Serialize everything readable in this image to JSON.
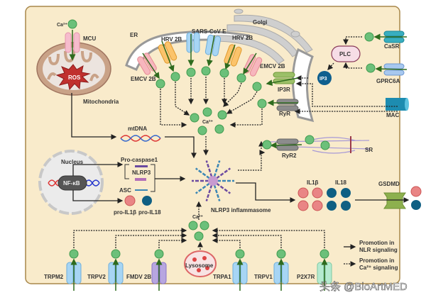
{
  "labels": {
    "ca_top": "Ca²⁺",
    "mcu": "MCU",
    "ros": "ROS",
    "mitochondria": "Mitochondria",
    "mtdna": "mtDNA",
    "er": "ER",
    "golgi": "Golgi",
    "hrv2b_left": "HRV 2B",
    "sars_cov_e": "SARS-CoV E",
    "hrv2b_right": "HRV 2B",
    "emcv2b_left": "EMCV 2B",
    "emcv2b_right": "EMCV 2B",
    "ca_center": "Ca²⁺",
    "ip3r": "IP3R",
    "ryr": "RyR",
    "ip3": "IP3",
    "plc": "PLC",
    "casr": "CaSR",
    "gprc6a": "GPRC6A",
    "mac": "MAC",
    "ryr2": "RyR2",
    "sr": "SR",
    "nucleus": "Nucleus",
    "nfkb": "NF-κB",
    "pro_caspase1": "Pro-caspase1",
    "nlrp3": "NLRP3",
    "asc": "ASC",
    "pro_il1b": "pro-IL1β",
    "pro_il18": "pro-IL18",
    "nlrp3_inflammasome": "NLRP3 inflammasome",
    "il1b": "IL1β",
    "il18": "IL18",
    "gsdmd": "GSDMD",
    "ca_bottom": "Ca²⁺",
    "lysosome": "Lysosome",
    "trpm2": "TRPM2",
    "trpv2": "TRPV2",
    "fmdv2b": "FMDV 2B",
    "trpa1": "TRPA1",
    "trpv1": "TRPV1",
    "p2x7r": "P2X7R"
  },
  "legend": {
    "solid_line1": "Promotion in",
    "solid_line2": "NLR signaling",
    "dotted_line1": "Promotion in",
    "dotted_line2": "Ca²⁺ signaling"
  },
  "watermark": "头条 @BioArtMED",
  "colors": {
    "cell_bg": "#f9ebcb",
    "cell_border": "#a8874a",
    "calcium": "#6cc07a",
    "il1b": "#e98585",
    "il18": "#0f5f83",
    "arrow_green": "#2e6b1e"
  }
}
